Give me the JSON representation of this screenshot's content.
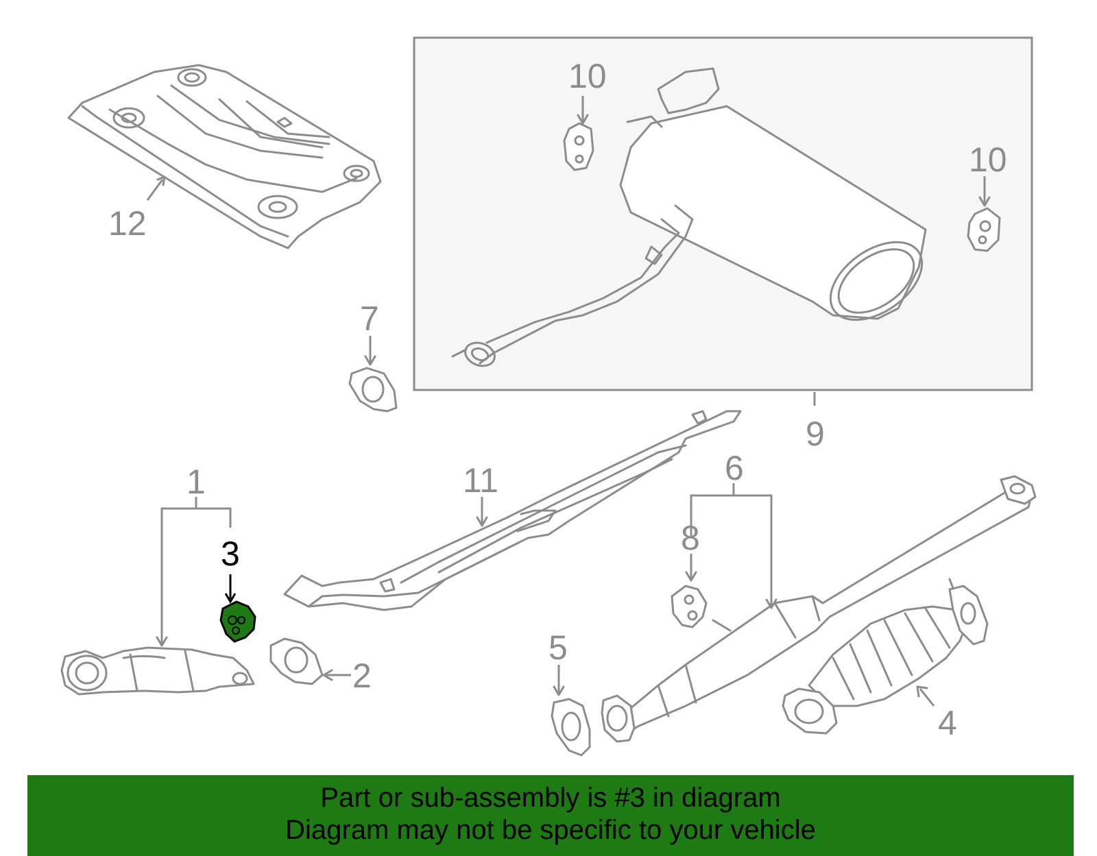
{
  "labels": {
    "l1": "1",
    "l2": "2",
    "l3": "3",
    "l4": "4",
    "l5": "5",
    "l6": "6",
    "l7": "7",
    "l8": "8",
    "l9": "9",
    "l10a": "10",
    "l10b": "10",
    "l11": "11",
    "l12": "12"
  },
  "highlight": {
    "part_number": "3",
    "color": "#1e7a12"
  },
  "banner": {
    "line1": "Part or sub-assembly is #3 in diagram",
    "line2": "Diagram may not be specific to your vehicle",
    "background": "#1e7a12"
  }
}
